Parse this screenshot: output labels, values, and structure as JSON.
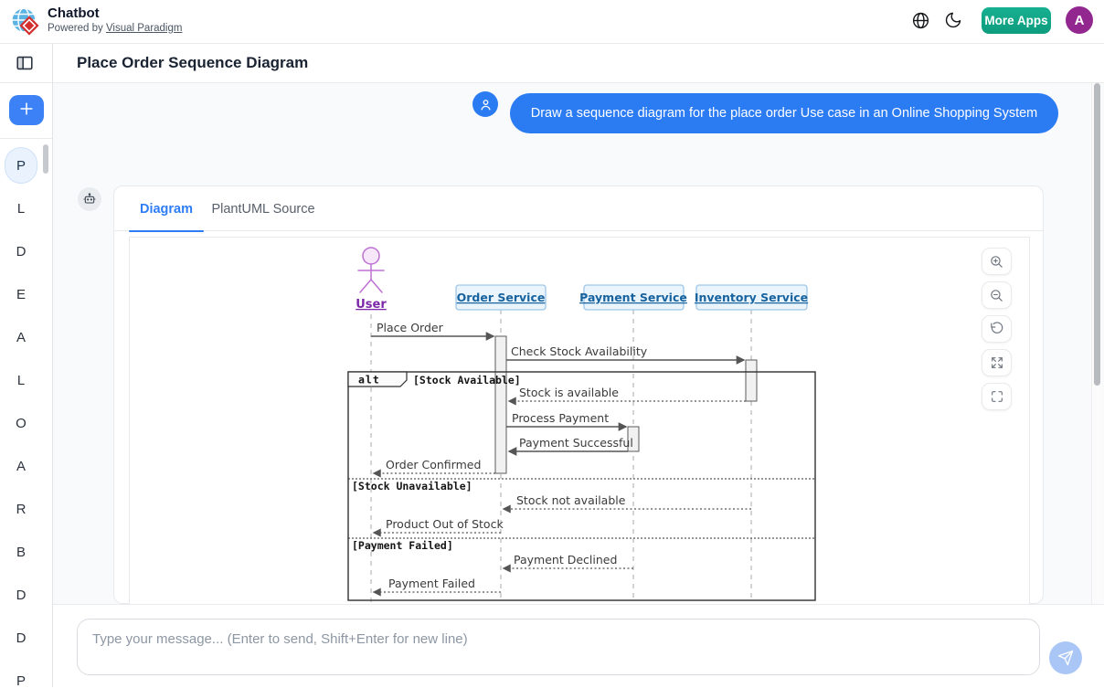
{
  "header": {
    "app_title": "Chatbot",
    "powered_by": "Powered by",
    "powered_by_link": "Visual Paradigm",
    "more_apps_label": "More Apps",
    "avatar_initial": "A"
  },
  "toolbar": {
    "page_title": "Place Order Sequence Diagram"
  },
  "sidebar": {
    "items": [
      "P",
      "L",
      "D",
      "E",
      "A",
      "L",
      "O",
      "A",
      "R",
      "B",
      "D",
      "D",
      "P"
    ]
  },
  "chat": {
    "user_message": "Draw a sequence diagram for the place order Use case in an Online Shopping System",
    "tabs": [
      {
        "label": "Diagram"
      },
      {
        "label": "PlantUML Source"
      }
    ]
  },
  "sequence_diagram": {
    "actor": "User",
    "participants": [
      "Order Service",
      "Payment Service",
      "Inventory Service"
    ],
    "fragment": {
      "operator": "alt",
      "branches": [
        "[Stock Available]",
        "[Stock Unavailable]",
        "[Payment Failed]"
      ]
    },
    "messages": [
      {
        "from": "User",
        "to": "Order Service",
        "label": "Place Order",
        "line": "solid"
      },
      {
        "from": "Order Service",
        "to": "Inventory Service",
        "label": "Check Stock Availability",
        "line": "solid"
      },
      {
        "from": "Inventory Service",
        "to": "Order Service",
        "label": "Stock is available",
        "line": "dotted"
      },
      {
        "from": "Order Service",
        "to": "Payment Service",
        "label": "Process Payment",
        "line": "solid"
      },
      {
        "from": "Payment Service",
        "to": "Order Service",
        "label": "Payment Successful",
        "line": "solid"
      },
      {
        "from": "Order Service",
        "to": "User",
        "label": "Order Confirmed",
        "line": "dotted"
      },
      {
        "from": "Inventory Service",
        "to": "Order Service",
        "label": "Stock not available",
        "line": "dotted"
      },
      {
        "from": "Order Service",
        "to": "User",
        "label": "Product Out of Stock",
        "line": "dotted"
      },
      {
        "from": "Payment Service",
        "to": "Order Service",
        "label": "Payment Declined",
        "line": "dotted"
      },
      {
        "from": "Order Service",
        "to": "User",
        "label": "Payment Failed",
        "line": "dotted"
      }
    ]
  },
  "composer": {
    "placeholder": "Type your message... (Enter to send, Shift+Enter for new line)"
  },
  "colors": {
    "accent_blue": "#2b7bf3",
    "more_apps_teal": "#10a385",
    "avatar_purple": "#92278f",
    "participant_fill": "#eaf4fc",
    "participant_border": "#9ec7e8",
    "participant_text": "#17639f",
    "actor_stroke": "#bd72d3",
    "actor_text": "#7c26a8"
  }
}
